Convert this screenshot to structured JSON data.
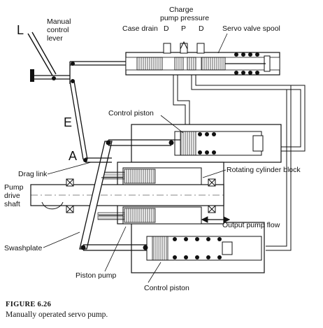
{
  "letters": {
    "L": "L",
    "E": "E",
    "A": "A"
  },
  "labels": {
    "manual_control_lever_line1": "Manual",
    "manual_control_lever_line2": "control",
    "manual_control_lever_line3": "lever",
    "charge_pump_pressure_line1": "Charge",
    "charge_pump_pressure_line2": "pump pressure",
    "case_drain": "Case drain",
    "port_d_left": "D",
    "port_p": "P",
    "port_d_right": "D",
    "servo_valve_spool": "Servo valve spool",
    "control_piston_top": "Control piston",
    "rotating_cylinder_block": "Rotating cylinder block",
    "drag_link": "Drag link",
    "pump_drive_shaft_line1": "Pump",
    "pump_drive_shaft_line2": "drive",
    "pump_drive_shaft_line3": "shaft",
    "output_pump_flow": "Output pump flow",
    "swashplate": "Swashplate",
    "piston_pump": "Piston pump",
    "control_piston_bottom": "Control piston"
  },
  "caption": {
    "figure": "FIGURE 6.26",
    "text": "Manually operated servo pump."
  }
}
